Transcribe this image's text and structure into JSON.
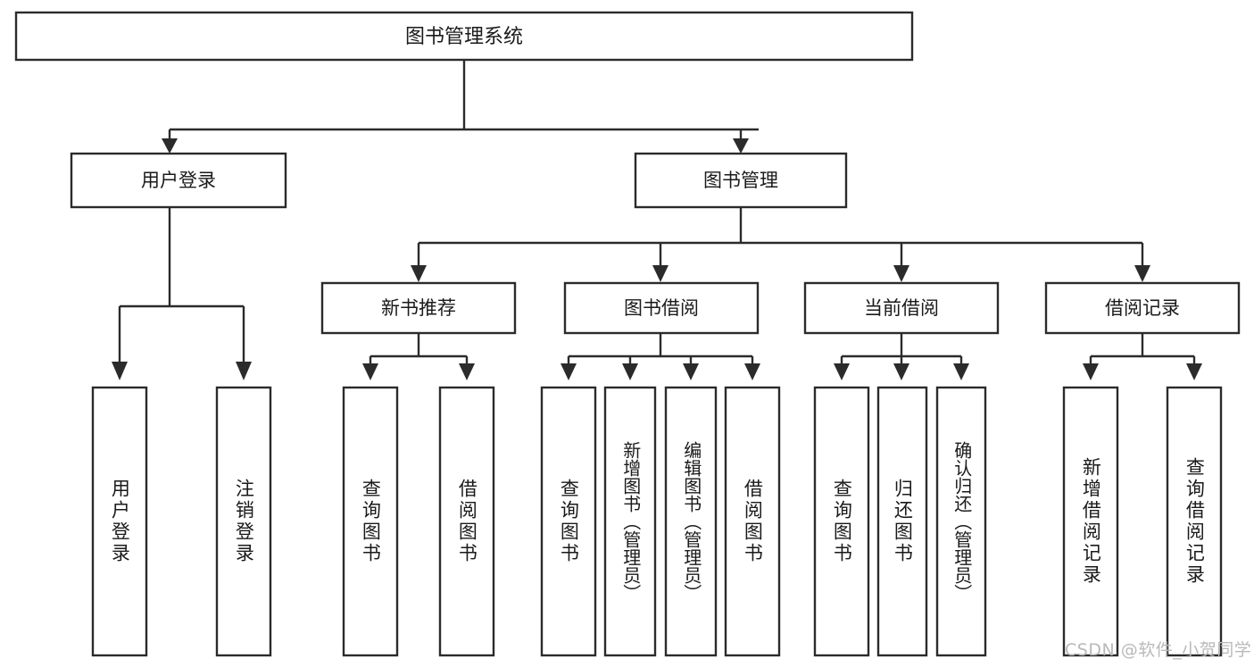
{
  "diagram": {
    "type": "tree",
    "title": "图书管理系统",
    "colors": {
      "box_fill": "#ffffff",
      "box_stroke": "#2b2b2b",
      "text": "#1a1a1a",
      "background": "#ffffff",
      "watermark": "#b9b9b9"
    },
    "root": {
      "label": "图书管理系统"
    },
    "level1": [
      {
        "label": "用户登录"
      },
      {
        "label": "图书管理"
      }
    ],
    "level2": [
      {
        "label": "新书推荐"
      },
      {
        "label": "图书借阅"
      },
      {
        "label": "当前借阅"
      },
      {
        "label": "借阅记录"
      }
    ],
    "leaves": {
      "user_login": [
        {
          "label": "用户登录"
        },
        {
          "label": "注销登录"
        }
      ],
      "new_book_recommend": [
        {
          "label": "查询图书"
        },
        {
          "label": "借阅图书"
        }
      ],
      "book_borrow": [
        {
          "label": "查询图书"
        },
        {
          "label": "新增图书（管理员）"
        },
        {
          "label": "编辑图书（管理员）"
        },
        {
          "label": "借阅图书"
        }
      ],
      "current_borrow": [
        {
          "label": "查询图书"
        },
        {
          "label": "归还图书"
        },
        {
          "label": "确认归还（管理员）"
        }
      ],
      "borrow_record": [
        {
          "label": "新增借阅记录"
        },
        {
          "label": "查询借阅记录"
        }
      ]
    },
    "watermark": "CSDN @软件_小贺同学"
  }
}
